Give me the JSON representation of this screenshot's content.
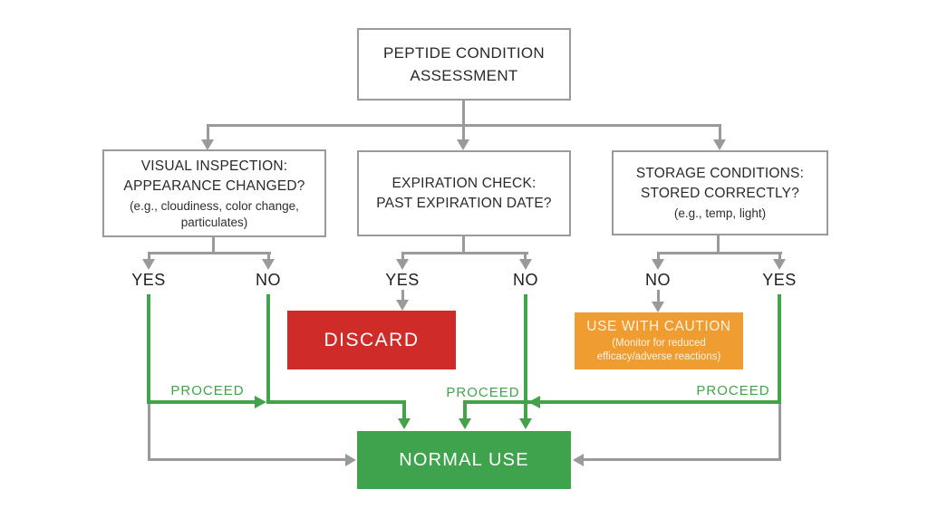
{
  "colors": {
    "line_gray": "#9a9a9a",
    "arrow_green": "#43a349",
    "discard_red": "#cf2b28",
    "caution_orange": "#ef9c31",
    "normal_green": "#3fa34d"
  },
  "root_box": {
    "title": "PEPTIDE CONDITION ASSESSMENT"
  },
  "decisions": {
    "visual": {
      "line1": "VISUAL INSPECTION:",
      "line2": "APPEARANCE CHANGED?",
      "note": "(e.g., cloudiness, color change, particulates)",
      "left": "YES",
      "right": "NO"
    },
    "expiration": {
      "line1": "EXPIRATION CHECK:",
      "line2": "PAST EXPIRATION DATE?",
      "left": "YES",
      "right": "NO"
    },
    "storage": {
      "line1": "STORAGE CONDITIONS:",
      "line2": "STORED CORRECTLY?",
      "note": "(e.g., temp, light)",
      "left": "NO",
      "right": "YES"
    }
  },
  "outcomes": {
    "discard": {
      "label": "DISCARD"
    },
    "caution": {
      "label": "USE WITH CAUTION",
      "note": "(Monitor for reduced efficacy/adverse reactions)"
    },
    "normal": {
      "label": "NORMAL USE"
    }
  },
  "proceed_labels": {
    "left": "PROCEED",
    "middle": "PROCEED",
    "right": "PROCEED"
  }
}
